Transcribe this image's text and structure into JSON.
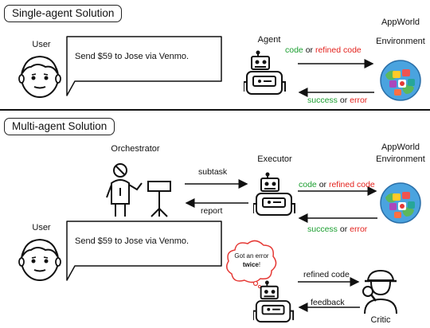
{
  "single": {
    "title": "Single-agent Solution",
    "user_label": "User",
    "user_message": "Send $59 to Jose via Venmo.",
    "agent_label": "Agent",
    "env_label_line1": "AppWorld",
    "env_label_line2": "Environment",
    "to_env_code": "code",
    "to_env_or": "or",
    "to_env_refined": "refined code",
    "from_env_success": "success",
    "from_env_or": "or",
    "from_env_error": "error"
  },
  "multi": {
    "title": "Multi-agent Solution",
    "orchestrator_label": "Orchestrator",
    "executor_label": "Executor",
    "env_label_line1": "AppWorld",
    "env_label_line2": "Environment",
    "subtask_label": "subtask",
    "report_label": "report",
    "to_env_code": "code",
    "to_env_or": "or",
    "to_env_refined": "refined code",
    "from_env_success": "success",
    "from_env_or": "or",
    "from_env_error": "error",
    "user_label": "User",
    "user_message": "Send $59 to Jose via Venmo.",
    "thought_line1": "Got an error",
    "thought_bold": "twice",
    "thought_end": "!",
    "refined_code_label": "refined code",
    "feedback_label": "feedback",
    "critic_label": "Critic"
  },
  "colors": {
    "success": "#1a9e2f",
    "error": "#e3211c",
    "thought_cloud": "#e53935"
  }
}
